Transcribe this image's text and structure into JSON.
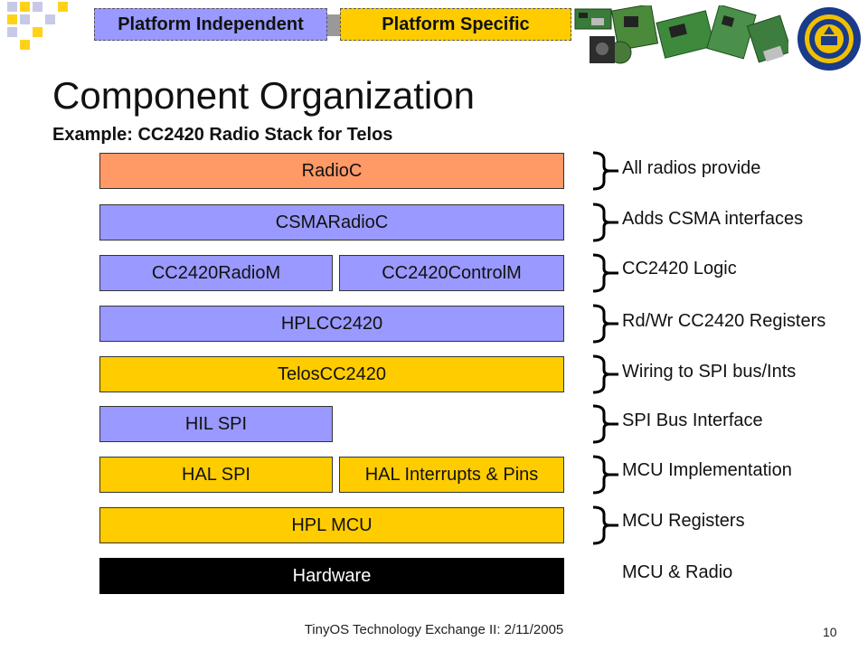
{
  "header": {
    "tab_independent": "Platform Independent",
    "tab_specific": "Platform Specific",
    "colors": {
      "independent": "#9999ff",
      "specific": "#ffcc00",
      "connector": "#999999"
    }
  },
  "title": "Component Organization",
  "subtitle": "Example: CC2420 Radio Stack for Telos",
  "stack": [
    {
      "boxes": [
        "RadioC"
      ],
      "color": "#ff9966",
      "note": "All radios provide"
    },
    {
      "boxes": [
        "CSMARadioC"
      ],
      "color": "#9999ff",
      "note": "Adds CSMA interfaces"
    },
    {
      "boxes": [
        "CC2420RadioM",
        "CC2420ControlM"
      ],
      "color": "#9999ff",
      "note": "CC2420 Logic"
    },
    {
      "boxes": [
        "HPLCC2420"
      ],
      "color": "#9999ff",
      "note": "Rd/Wr CC2420 Registers"
    },
    {
      "boxes": [
        "TelosCC2420"
      ],
      "color": "#ffcc00",
      "note": "Wiring to SPI bus/Ints"
    },
    {
      "boxes": [
        "HIL SPI"
      ],
      "color": "#9999ff",
      "note": "SPI Bus Interface"
    },
    {
      "boxes": [
        "HAL SPI",
        "HAL Interrupts & Pins"
      ],
      "color": "#ffcc00",
      "note": "MCU Implementation"
    },
    {
      "boxes": [
        "HPL MCU"
      ],
      "color": "#ffcc00",
      "note": "MCU Registers"
    },
    {
      "boxes": [
        "Hardware"
      ],
      "color": "#000000",
      "note": "MCU & Radio"
    }
  ],
  "footer": "TinyOS Technology Exchange II: 2/11/2005",
  "page_number": "10"
}
